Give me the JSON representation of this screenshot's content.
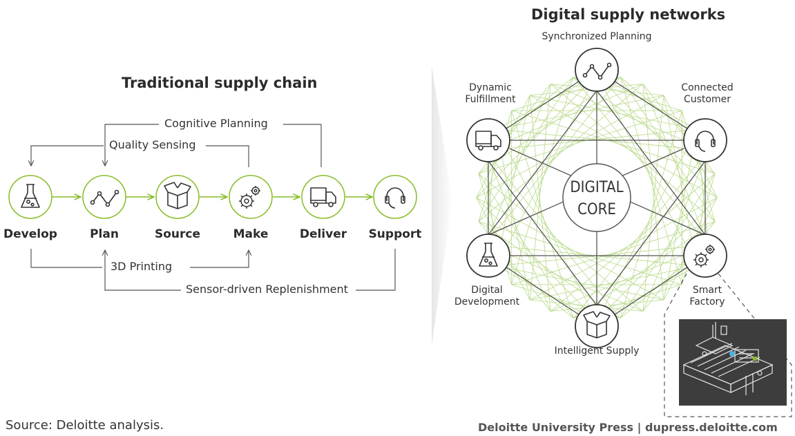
{
  "traditional": {
    "title": "Traditional supply chain",
    "stages": [
      {
        "label": "Develop",
        "icon": "flask-icon"
      },
      {
        "label": "Plan",
        "icon": "trend-line-icon"
      },
      {
        "label": "Source",
        "icon": "box-icon"
      },
      {
        "label": "Make",
        "icon": "gears-icon"
      },
      {
        "label": "Deliver",
        "icon": "truck-icon"
      },
      {
        "label": "Support",
        "icon": "headset-icon"
      }
    ],
    "flows": {
      "cognitive_planning": "Cognitive Planning",
      "quality_sensing": "Quality Sensing",
      "printing_3d": "3D Printing",
      "sensor_replenishment": "Sensor-driven Replenishment"
    }
  },
  "network": {
    "title": "Digital supply networks",
    "core_line1": "DIGITAL",
    "core_line2": "CORE",
    "nodes": {
      "top": "Synchronized Planning",
      "top_right_1": "Connected",
      "top_right_2": "Customer",
      "top_left_1": "Dynamic",
      "top_left_2": "Fulfillment",
      "bottom_right_1": "Smart",
      "bottom_right_2": "Factory",
      "bottom_left_1": "Digital",
      "bottom_left_2": "Development",
      "bottom": "Intelligent Supply"
    }
  },
  "footer": {
    "source": "Source: Deloitte analysis.",
    "credit": "Deloitte University Press  |  dupress.deloitte.com"
  },
  "colors": {
    "accent_green": "#86bc25",
    "light_green": "#b8d98a",
    "line_gray": "#555555",
    "shadow_gray": "#d0d0d0"
  }
}
